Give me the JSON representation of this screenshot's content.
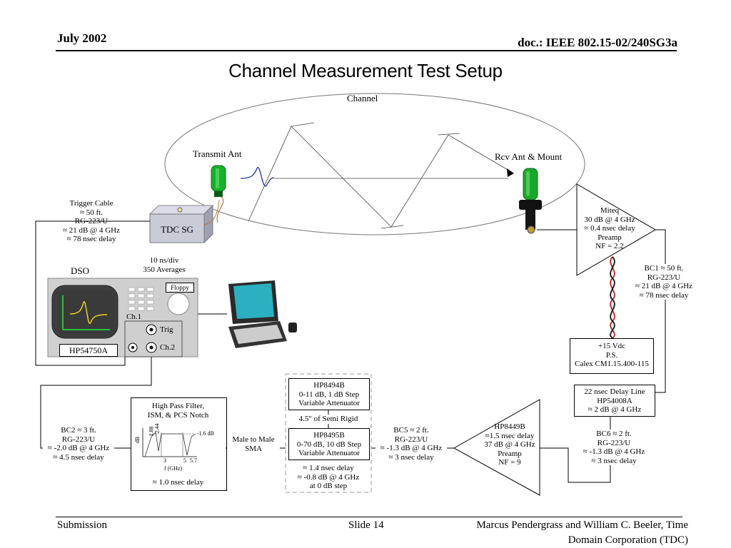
{
  "header": {
    "date": "July 2002",
    "doc": "doc.: IEEE 802.15-02/240SG3a"
  },
  "title": "Channel Measurement Test Setup",
  "diagram": {
    "channel": "Channel",
    "transmit_ant": "Transmit Ant",
    "rcv_ant": "Rcv Ant & Mount",
    "tdc_sg": "TDC SG",
    "trigger_cable": [
      "Trigger Cable",
      "≈ 50 ft.",
      "RG-223/U",
      "≈ 21 dB @ 4 GHz",
      "≈ 78 nsec delay"
    ],
    "dso": {
      "label": "DSO",
      "settings": [
        "10 ns/div",
        "350 Averages"
      ],
      "floppy": "Floppy",
      "ch1": "Ch.1",
      "trig": "Trig",
      "ch2": "Ch.2",
      "model": "HP54750A"
    },
    "preamp_miteq": [
      "Miteq",
      "30 dB @ 4 GHz",
      "≈ 0.4 nsec delay",
      "Preamp",
      "NF = 2.2"
    ],
    "bc1": [
      "BC1 ≈ 50 ft.",
      "RG-223/U",
      "≈ 21 dB @ 4 GHz",
      "≈ 78 nsec delay"
    ],
    "power_supply": [
      "+15 Vdc",
      "P.S.",
      "Calex CM1.15.400-115"
    ],
    "delay_line": [
      "22 nsec Delay Line",
      "HP54008A",
      "≈ 2 dB @ 4 GHz"
    ],
    "bc6": [
      "BC6 ≈ 2 ft.",
      "RG-223/U",
      "≈ -1.3 dB @ 4 GHz",
      "≈ 3 nsec delay"
    ],
    "preamp_hp": [
      "HP8449B",
      "≈1.5 nsec delay",
      "37 dB @ 4 GHz",
      "Preamp",
      "NF = 9"
    ],
    "bc5": [
      "BC5 ≈ 2 ft.",
      "RG-223/U",
      "≈ -1.3 dB @ 4 GHz",
      "≈ 3 nsec delay"
    ],
    "att1": [
      "HP8494B",
      "0-11 dB, 1 dB Step",
      "Variable Attenuator"
    ],
    "semi_rigid": "4.5\" of Semi Rigid",
    "att2": [
      "HP8495B",
      "0-70 dB, 10 dB Step",
      "Variable Attenuator"
    ],
    "att_notes": [
      "≈ 1.4 nsec delay",
      "≈ -0.8 dB @ 4 GHz",
      "at 0 dB step"
    ],
    "male_sma": [
      "Male to Male",
      "SMA"
    ],
    "filter": {
      "title": [
        "High Pass Filter,",
        "ISM, & PCS Notch"
      ],
      "ylabel": "dB",
      "marks": [
        "1.88",
        "2.44"
      ],
      "level": "-1.6 dB",
      "xticks": [
        "3",
        "5",
        "5.7"
      ],
      "xlabel": "f (GHz)",
      "delay": "≈ 1.0 nsec delay"
    },
    "bc2": [
      "BC2 ≈ 3 ft.",
      "RG-223/U",
      "≈ -2.0 dB @ 4 GHz",
      "≈ 4.5 nsec delay"
    ]
  },
  "footer": {
    "left": "Submission",
    "center": "Slide 14",
    "right1": "Marcus Pendergrass and William C. Beeler, Time",
    "right2": "Domain Corporation (TDC)"
  }
}
